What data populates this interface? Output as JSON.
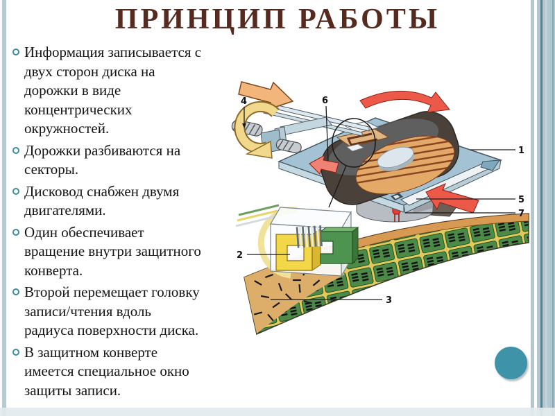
{
  "slide": {
    "title": "ПРИНЦИП РАБОТЫ",
    "bullets": [
      {
        "text": "Информация записывается с\nдвух сторон диска на\nдорожки в виде\nконцентрических\nокружностей."
      },
      {
        "text": "Дорожки разбиваются на\nсекторы."
      },
      {
        "text": "Дисковод снабжен двумя\nдвигателями."
      },
      {
        "text": "Один обеспечивает\nвращение внутри защитного\nконверта."
      },
      {
        "text": "Второй перемещает головку\nзаписи/чтения вдоль\nрадиуса поверхности диска."
      },
      {
        "text": "В защитном конверте\nимеется специальное окно\nзащиты записи."
      }
    ],
    "diagram": {
      "name": "floppy-disk-drive-mechanism",
      "labels": [
        {
          "text": "1"
        },
        {
          "text": "2"
        },
        {
          "text": "3"
        },
        {
          "text": "4"
        },
        {
          "text": "5"
        },
        {
          "text": "6"
        },
        {
          "text": "7"
        }
      ]
    },
    "colors": {
      "title": "#572a20",
      "bullet_ring": "#3d8ba0",
      "accent_teal": "#3e93a9",
      "frame_stripe": "#b2c7cf",
      "frame_dark_line": "#4e8494"
    }
  }
}
